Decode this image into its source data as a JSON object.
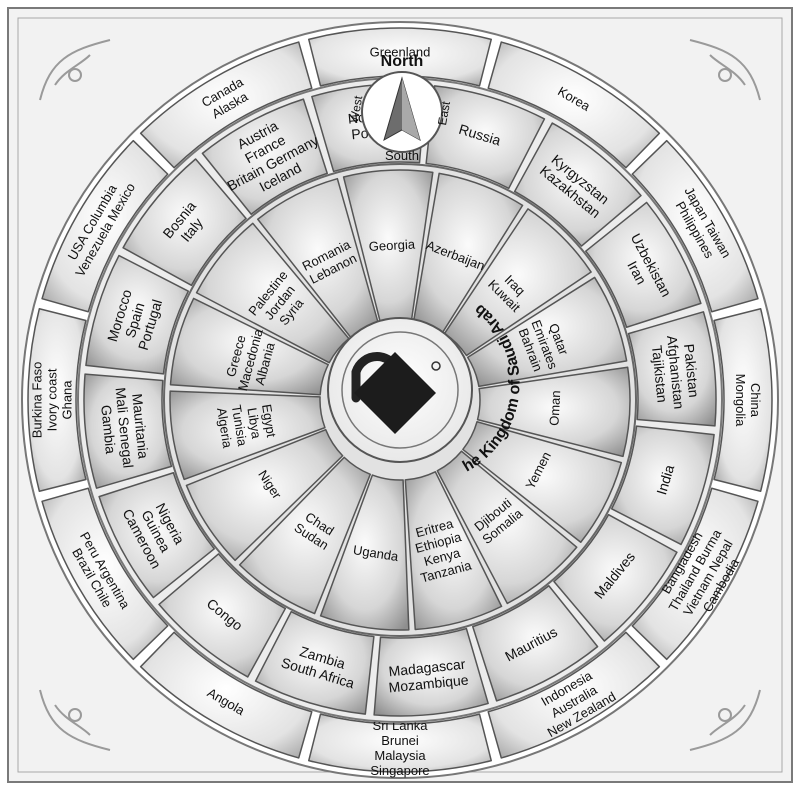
{
  "center": {
    "icon": "padlock-icon",
    "label": "The Kingdom of Saudi Arabia"
  },
  "compass": {
    "north": "North",
    "south": "South",
    "east": "East",
    "west": "West"
  },
  "inner_ring": [
    {
      "id": "georgia",
      "lines": [
        "Georgia"
      ]
    },
    {
      "id": "azerbaijan",
      "lines": [
        "Azerbaijan"
      ]
    },
    {
      "id": "iraq-kuwait",
      "lines": [
        "Iraq",
        "Kuwait"
      ]
    },
    {
      "id": "emirates",
      "lines": [
        "Qatar",
        "Emirates",
        "Bahrain"
      ]
    },
    {
      "id": "oman",
      "lines": [
        "Oman"
      ]
    },
    {
      "id": "yemen",
      "lines": [
        "Yemen"
      ]
    },
    {
      "id": "djibouti",
      "lines": [
        "Djibouti",
        "Somalia"
      ]
    },
    {
      "id": "eritrea",
      "lines": [
        "Eritrea",
        "Ethiopia",
        "Kenya",
        "Tanzania"
      ]
    },
    {
      "id": "uganda",
      "lines": [
        "Uganda"
      ]
    },
    {
      "id": "sudan",
      "lines": [
        "Chad",
        "Sudan"
      ]
    },
    {
      "id": "niger",
      "lines": [
        "Niger"
      ]
    },
    {
      "id": "egypt",
      "lines": [
        "Egypt",
        "Libya",
        "Tunisia",
        "Algeria"
      ]
    },
    {
      "id": "greece",
      "lines": [
        "Greece",
        "Macedonia",
        "Albania"
      ]
    },
    {
      "id": "palestine",
      "lines": [
        "Palestine",
        "Jordan",
        "Syria"
      ]
    },
    {
      "id": "lebanon",
      "lines": [
        "Romania",
        "Lebanon"
      ]
    }
  ],
  "middle_ring": [
    {
      "id": "norway",
      "lines": [
        "Norway",
        "Poland"
      ]
    },
    {
      "id": "russia",
      "lines": [
        "Russia"
      ]
    },
    {
      "id": "kazakhstan",
      "lines": [
        "Kyrgyzstan",
        "Kazakhstan"
      ]
    },
    {
      "id": "uzbekistan",
      "lines": [
        "Uzbekistan",
        "Iran"
      ]
    },
    {
      "id": "pakistan",
      "lines": [
        "Pakistan",
        "Afghanistan",
        "Tajikistan"
      ]
    },
    {
      "id": "india",
      "lines": [
        "India"
      ]
    },
    {
      "id": "maldives",
      "lines": [
        "Maldives"
      ]
    },
    {
      "id": "mauritius",
      "lines": [
        "Mauritius"
      ]
    },
    {
      "id": "madagascar",
      "lines": [
        "Madagascar",
        "Mozambique"
      ]
    },
    {
      "id": "zambia",
      "lines": [
        "Zambia",
        "South Africa"
      ]
    },
    {
      "id": "congo",
      "lines": [
        "Congo"
      ]
    },
    {
      "id": "guinea",
      "lines": [
        "Nigeria",
        "Guinea",
        "Cameroon"
      ]
    },
    {
      "id": "mauritania",
      "lines": [
        "Mauritania",
        "Mali Senegal",
        "Gambia"
      ]
    },
    {
      "id": "morocco",
      "lines": [
        "Morocco",
        "Spain",
        "Portugal"
      ]
    },
    {
      "id": "bosnia",
      "lines": [
        "Bosnia",
        "Italy"
      ]
    },
    {
      "id": "austria",
      "lines": [
        "Austria",
        "France",
        "Britain Germany",
        "Iceland"
      ]
    }
  ],
  "outer_ring": [
    {
      "id": "korea",
      "lines": [
        "Korea"
      ]
    },
    {
      "id": "japan",
      "lines": [
        "Japan Taiwan",
        "Philippines"
      ]
    },
    {
      "id": "china",
      "lines": [
        "China",
        "Mongolia"
      ]
    },
    {
      "id": "bangladesh",
      "lines": [
        "Bangladesh",
        "Thailand Burma",
        "Vietnam Nepal",
        "Cambodia"
      ]
    },
    {
      "id": "indonesia",
      "lines": [
        "Indonesia",
        "Australia",
        "New Zealand"
      ]
    },
    {
      "id": "srilanka",
      "lines": [
        "Sri Lanka",
        "Brunei",
        "Malaysia",
        "Singapore"
      ]
    },
    {
      "id": "angola",
      "lines": [
        "Angola"
      ]
    },
    {
      "id": "peru",
      "lines": [
        "Peru Argentina",
        "Brazil Chile"
      ]
    },
    {
      "id": "burkina",
      "lines": [
        "Burkina Faso",
        "Ivory coast",
        "Ghana"
      ]
    },
    {
      "id": "usa",
      "lines": [
        "USA Columbia",
        "Venezuela Mexico"
      ]
    },
    {
      "id": "canada",
      "lines": [
        "Canada",
        "Alaska"
      ]
    },
    {
      "id": "greenland",
      "lines": [
        "Greenland"
      ]
    }
  ]
}
